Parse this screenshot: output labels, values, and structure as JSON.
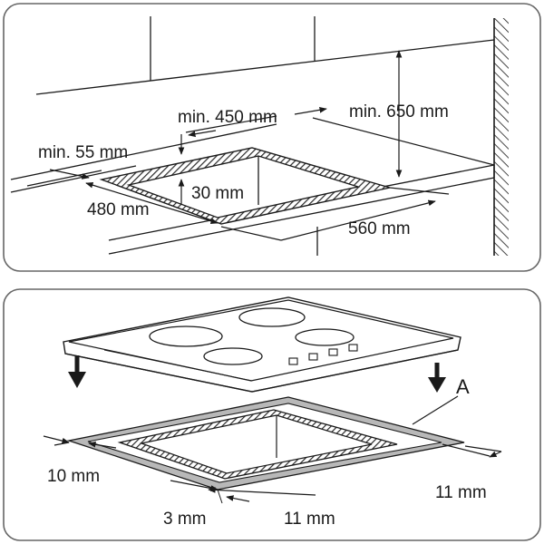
{
  "panel_top": {
    "labels": {
      "min_450": "min. 450 mm",
      "min_650": "min. 650 mm",
      "min_55": "min. 55 mm",
      "depth_30": "30 mm",
      "width_480": "480 mm",
      "width_560": "560 mm"
    }
  },
  "panel_bottom": {
    "labels": {
      "callout_a": "A",
      "gap_10": "10 mm",
      "gap_11_right": "11 mm",
      "gap_3": "3 mm",
      "gap_11_bottom": "11 mm"
    }
  },
  "colors": {
    "ink": "#1a1a1a",
    "panel_border": "#666666",
    "seal_gray": "#b8b8b8",
    "hatch_dark": "#2a2a2a"
  }
}
